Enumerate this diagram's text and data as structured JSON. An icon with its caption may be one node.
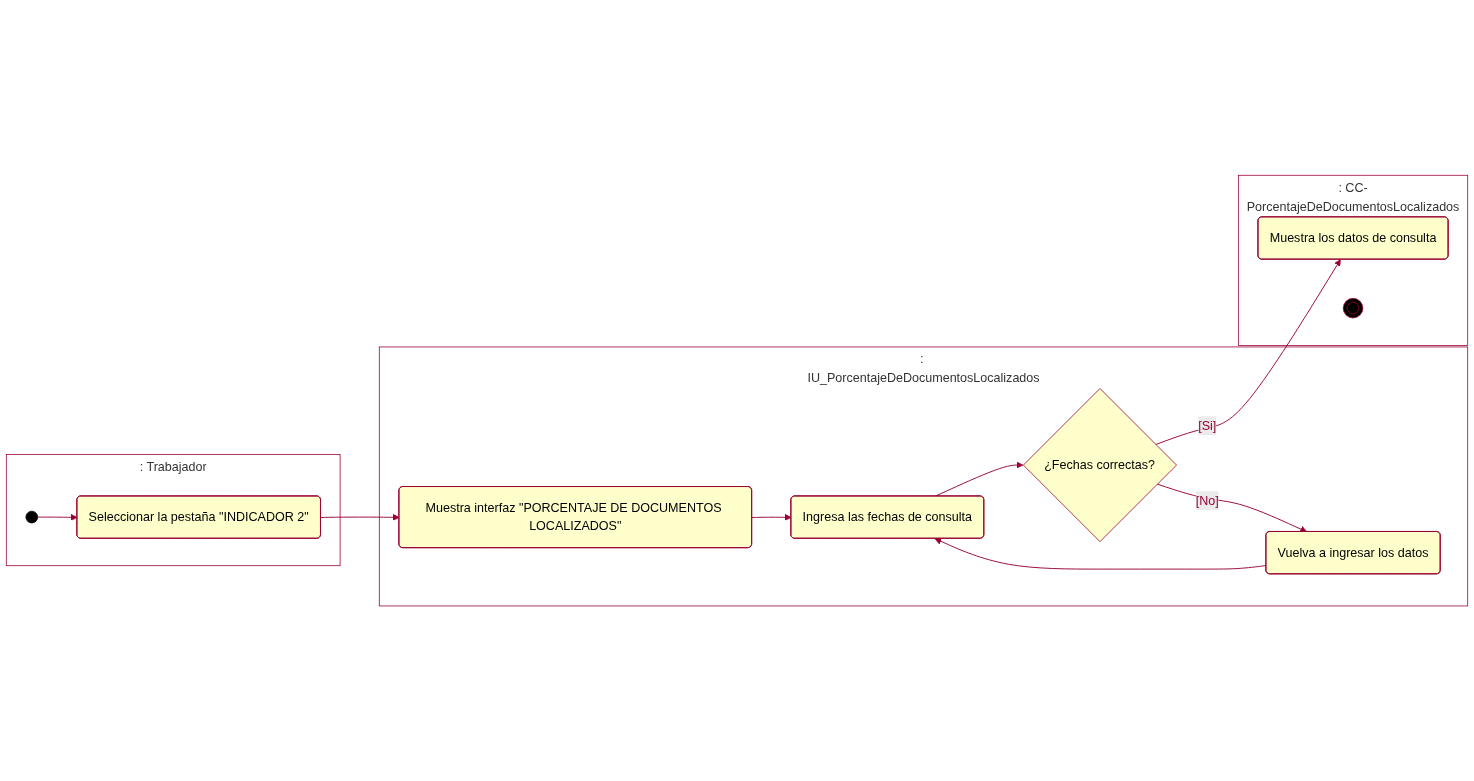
{
  "diagram": {
    "nodes": [
      {
        "text": [
          ": Trabajador"
        ]
      },
      {
        "text": [
          ": IU_PorcentajeDeDocumentosLocalizados"
        ]
      },
      {
        "text": [
          ": CC-PorcentajeDeDocumentosLocalizados"
        ]
      },
      {
        "text": [],
        "shape": "circle",
        "in": 0
      },
      {
        "text": [
          "Seleccionar la pestaña \"INDICADOR 2\""
        ],
        "in": 0
      },
      {
        "text": [
          "Muestra interfaz \"PORCENTAJE DE DOCUMENTOS LOCALIZADOS\""
        ],
        "in": 1
      },
      {
        "text": [
          "Ingresa las fechas de consulta"
        ],
        "in": 1
      },
      {
        "text": [
          "¿Fechas correctas?"
        ],
        "in": 1
      },
      {
        "text": [
          "Vuelva a ingresar los datos"
        ],
        "in": 1
      },
      {
        "text": [
          "Muestra los datos de consulta"
        ],
        "in": 2
      },
      {
        "text": [],
        "shape": "circle",
        "in": 2
      }
    ],
    "edges": [
      {
        "from": 3,
        "to": 4,
        "arrow": "to"
      },
      {
        "from": 4,
        "to": 5,
        "arrow": "to"
      },
      {
        "from": 5,
        "to": 6,
        "arrow": "to"
      },
      {
        "from": 6,
        "to": 7,
        "arrow": "to"
      },
      {
        "from": 7,
        "to": 9,
        "label": "[Si]",
        "arrow": "to"
      },
      {
        "from": 7,
        "to": 8,
        "label": "[No]",
        "arrow": "to"
      },
      {
        "from": 8,
        "to": 6,
        "arrow": "to"
      }
    ]
  }
}
